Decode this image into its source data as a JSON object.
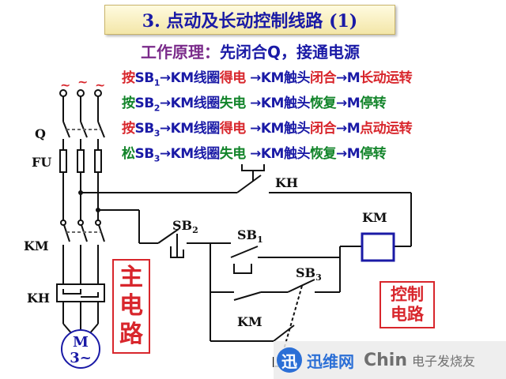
{
  "title": "3. 点动及长动控制线路 (1)",
  "principle": {
    "lead": "工作原理：",
    "text": "先闭合Q，接通电源"
  },
  "steps": [
    {
      "c1": "按",
      "c2": "SB",
      "sub": "1",
      "c3": "→KM线圈",
      "c4": "得电",
      "c5": " →KM触头",
      "c6": "闭合",
      "c7": "→M",
      "c8": "长动运转"
    },
    {
      "c1": "按",
      "c2": "SB",
      "sub": "2",
      "c3": "→KM线圈",
      "c4": "失电",
      "c5": " →KM触头",
      "c6": "恢复",
      "c7": "→M",
      "c8": "停转"
    },
    {
      "c1": "按",
      "c2": "SB",
      "sub": "3",
      "c3": "→KM线圈",
      "c4": "得电",
      "c5": " →KM触头",
      "c6": "闭合",
      "c7": "→M",
      "c8": "点动运转"
    },
    {
      "c1": "松",
      "c2": "SB",
      "sub": "3",
      "c3": "→KM线圈",
      "c4": "失电",
      "c5": " →KM触头",
      "c6": "恢复",
      "c7": "→M",
      "c8": "停转"
    }
  ],
  "labels": {
    "q": "Q",
    "fu": "FU",
    "km_main": "KM",
    "kh_main": "KH",
    "tilde1": "~",
    "tilde2": "~",
    "tilde3": "~",
    "kh_ctrl": "KH",
    "sb2": "SB",
    "sb2_sub": "2",
    "sb1": "SB",
    "sb1_sub": "1",
    "sb3": "SB",
    "sb3_sub": "3",
    "km_coil": "KM",
    "km_contact": "KM",
    "motor_m": "M",
    "motor_3": "3~"
  },
  "main_circuit": [
    "主",
    "电",
    "路"
  ],
  "control_circuit": [
    "控制",
    "电路"
  ],
  "watermark": {
    "logo": "迅",
    "name": "迅维网",
    "site": "Chin",
    "tail": "电子发烧友"
  },
  "colors": {
    "title": "#1a1aa6",
    "red": "#d8262c",
    "green": "#12842a",
    "purple": "#7a2a8a",
    "wire": "#111111"
  }
}
